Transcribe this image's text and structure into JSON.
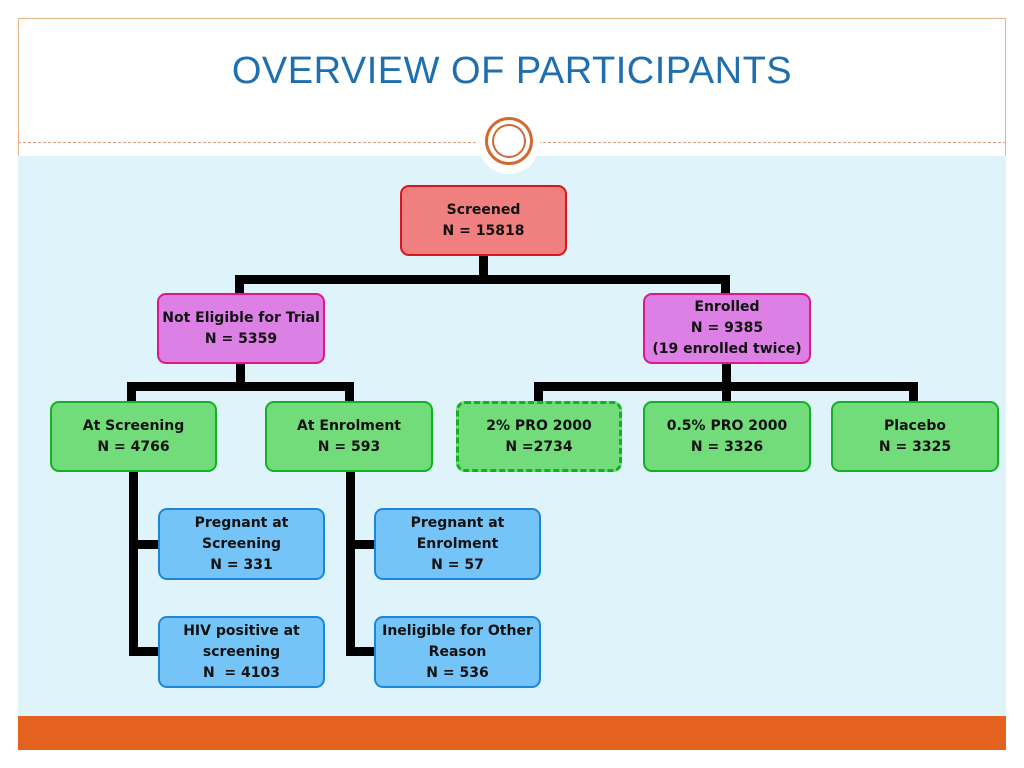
{
  "slide": {
    "title": "OVERVIEW OF PARTICIPANTS"
  },
  "colors": {
    "title": "#1f6fae",
    "footer_bar": "#e5611f",
    "content_background": "#dff4fa",
    "screened_box": "#f08080",
    "category_box": "#dd80e6",
    "group_box": "#72dc7a",
    "detail_box": "#74c4f8"
  },
  "flowchart": {
    "screened": {
      "line1": "Screened",
      "line2": "N = 15818"
    },
    "not_eligible": {
      "line1": "Not Eligible for Trial",
      "line2": "N = 5359"
    },
    "enrolled": {
      "line1": "Enrolled",
      "line2": "N = 9385",
      "line3": "(19 enrolled twice)"
    },
    "at_screening": {
      "line1": "At Screening",
      "line2": "N = 4766"
    },
    "at_enrolment": {
      "line1": "At Enrolment",
      "line2": "N = 593"
    },
    "pro_2pct": {
      "line1": "2% PRO 2000",
      "line2": "N =2734"
    },
    "pro_05pct": {
      "line1": "0.5% PRO 2000",
      "line2": "N = 3326"
    },
    "placebo": {
      "line1": "Placebo",
      "line2": "N = 3325"
    },
    "pregnant_screening": {
      "line1": "Pregnant at",
      "line2": "Screening",
      "line3": "N = 331"
    },
    "hiv_positive": {
      "line1": "HIV positive at",
      "line2": "screening",
      "line3": "N  = 4103"
    },
    "pregnant_enrolment": {
      "line1": "Pregnant at",
      "line2": "Enrolment",
      "line3": "N = 57"
    },
    "ineligible_other": {
      "line1": "Ineligible for Other",
      "line2": "Reason",
      "line3": "N = 536"
    }
  }
}
